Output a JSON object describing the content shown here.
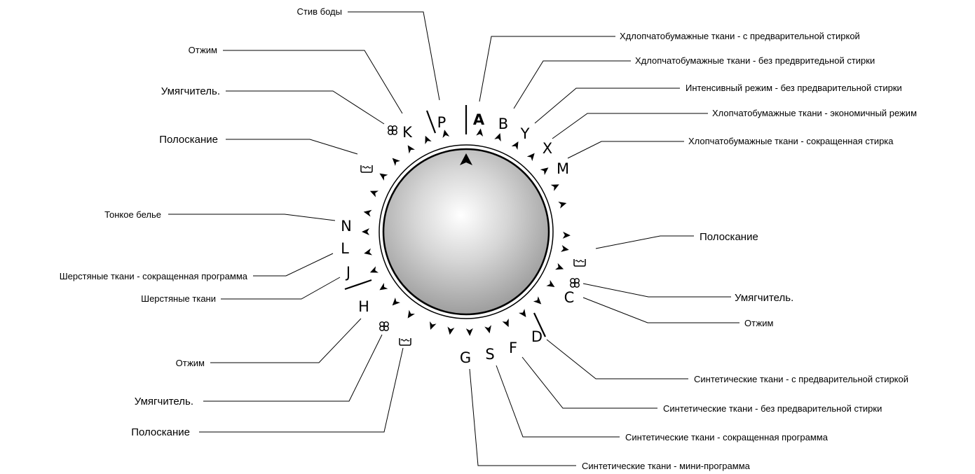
{
  "diagram": {
    "title": "",
    "program_letters": [
      "P",
      "A",
      "B",
      "Y",
      "X",
      "M",
      "C",
      "D",
      "F",
      "S",
      "G",
      "H",
      "J",
      "L",
      "N",
      "K"
    ],
    "labels": [
      {
        "id": "water-drain",
        "text": "Стив боды",
        "emphasis": false
      },
      {
        "id": "cotton-prewash",
        "text": "Хдлопчатобумажные ткани - с предварительной стиркой",
        "emphasis": false
      },
      {
        "id": "cotton-no-prewash",
        "text": "Хдлопчатобумажные ткани - без предвритедьной стирки",
        "emphasis": false
      },
      {
        "id": "intensive",
        "text": "Интенсивный режим - без предварительной стирки",
        "emphasis": false
      },
      {
        "id": "cotton-economy",
        "text": "Хлопчатобумажные ткани - экономичный режим",
        "emphasis": false
      },
      {
        "id": "cotton-short",
        "text": "Хлопчатобумажные ткани - сокращенная стирка",
        "emphasis": false
      },
      {
        "id": "spin-top",
        "text": "Отжим",
        "emphasis": false
      },
      {
        "id": "softener-top",
        "text": "Умягчитель.",
        "emphasis": true
      },
      {
        "id": "rinse-top",
        "text": "Полоскание",
        "emphasis": true
      },
      {
        "id": "delicate",
        "text": "Тонкое белье",
        "emphasis": false
      },
      {
        "id": "wool-short",
        "text": "Шерстяные ткани - сокращенная программа",
        "emphasis": false
      },
      {
        "id": "wool",
        "text": "Шерстяные ткани",
        "emphasis": false
      },
      {
        "id": "spin-left",
        "text": "Отжим",
        "emphasis": false
      },
      {
        "id": "softener-left",
        "text": "Умягчитель.",
        "emphasis": true
      },
      {
        "id": "rinse-left",
        "text": "Полоскание",
        "emphasis": true
      },
      {
        "id": "rinse-right",
        "text": "Полоскание",
        "emphasis": true
      },
      {
        "id": "softener-right",
        "text": "Умягчитель.",
        "emphasis": true
      },
      {
        "id": "spin-right",
        "text": "Отжим",
        "emphasis": false
      },
      {
        "id": "synthetic-prewash",
        "text": "Синтетические ткани - с предварительной стиркой",
        "emphasis": false
      },
      {
        "id": "synthetic-no-prewash",
        "text": "Синтетические ткани - без предварительной стирки",
        "emphasis": false
      },
      {
        "id": "synthetic-short",
        "text": "Синтетические ткани - сокращенная программа",
        "emphasis": false
      },
      {
        "id": "synthetic-mini",
        "text": "Синтетические ткани - мини-программа",
        "emphasis": false
      }
    ],
    "icons": [
      "rinse-icon",
      "softener-icon",
      "pointer-arrow-icon",
      "position-marker-icon"
    ]
  }
}
